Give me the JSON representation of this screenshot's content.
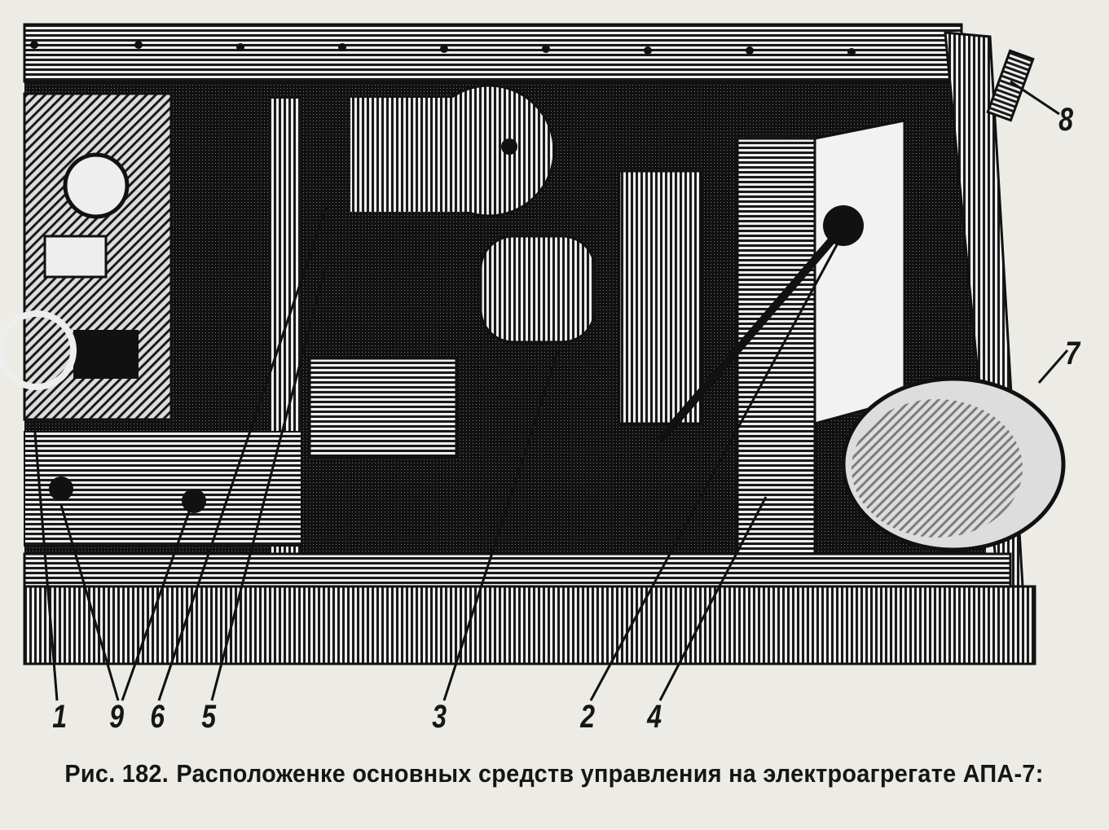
{
  "figure": {
    "callouts": [
      "1",
      "9",
      "6",
      "5",
      "3",
      "2",
      "4",
      "7",
      "8"
    ],
    "colors": {
      "ink": "#161616",
      "paper": "#ecebe6"
    }
  },
  "caption": {
    "label": "Рис. 182.",
    "text": "Расположенке основных средств управления на электроагрегате АПА-7:"
  }
}
